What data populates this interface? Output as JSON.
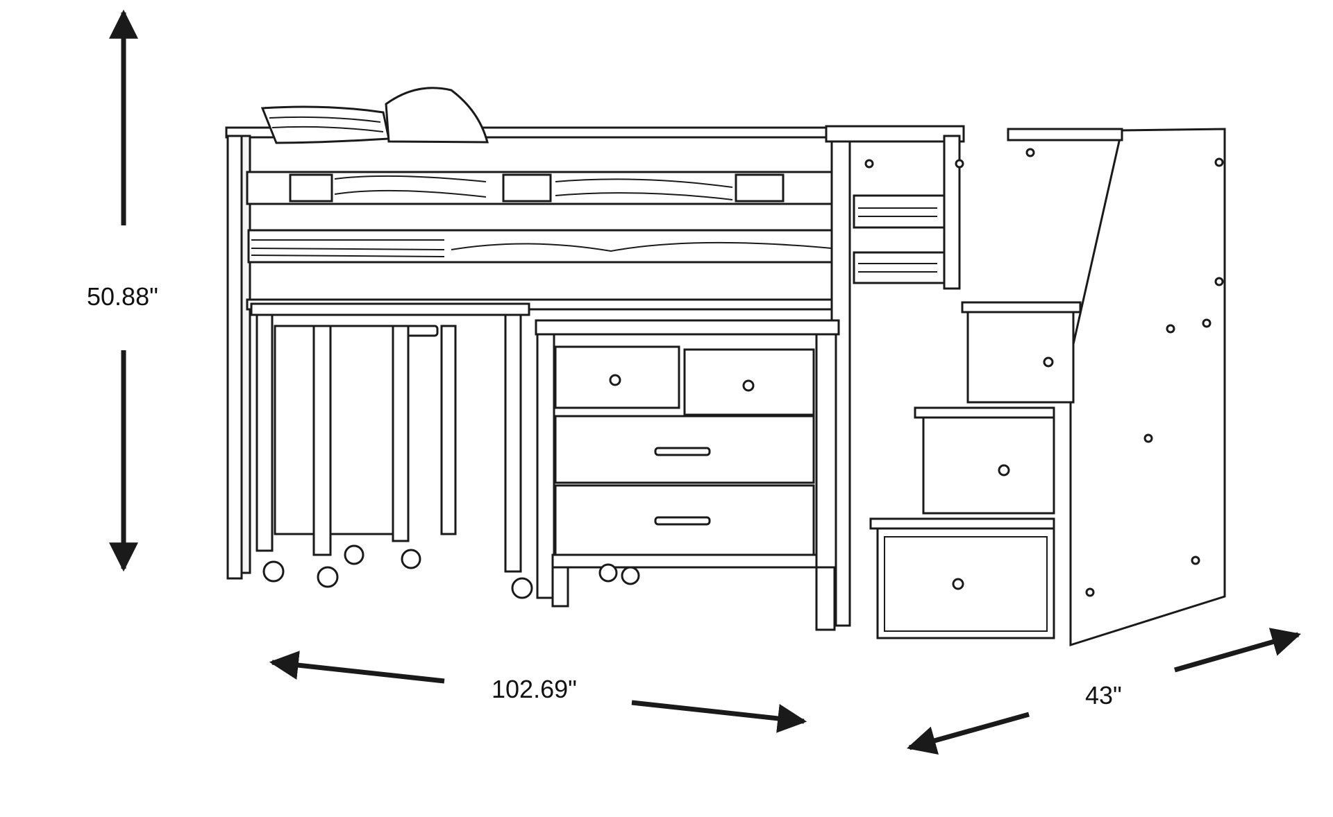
{
  "dimensions": {
    "height": "50.88\"",
    "width": "102.69\"",
    "depth": "43\""
  },
  "colors": {
    "line": "#1a1a1a",
    "background": "#ffffff"
  }
}
